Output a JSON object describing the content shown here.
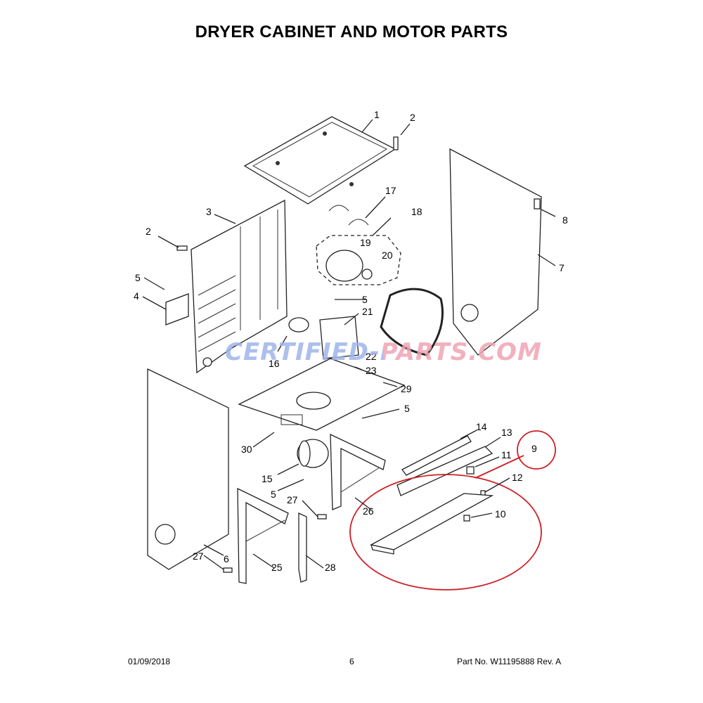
{
  "title": "DRYER CABINET AND MOTOR PARTS",
  "watermark": {
    "text": "CERTIFIED-PARTS.COM",
    "color_left": "#9fb4ea",
    "color_right": "#f0a4b4"
  },
  "highlight_color": "#cc2026",
  "footer": {
    "date": "01/09/2018",
    "page": "6",
    "part_no": "Part No.  W11195888  Rev.  A"
  },
  "callouts": [
    "1",
    "2",
    "2",
    "3",
    "4",
    "5",
    "5",
    "5",
    "5",
    "6",
    "7",
    "8",
    "9",
    "10",
    "11",
    "12",
    "13",
    "14",
    "15",
    "16",
    "17",
    "18",
    "19",
    "20",
    "21",
    "22",
    "23",
    "25",
    "26",
    "27",
    "27",
    "28",
    "29",
    "30"
  ]
}
